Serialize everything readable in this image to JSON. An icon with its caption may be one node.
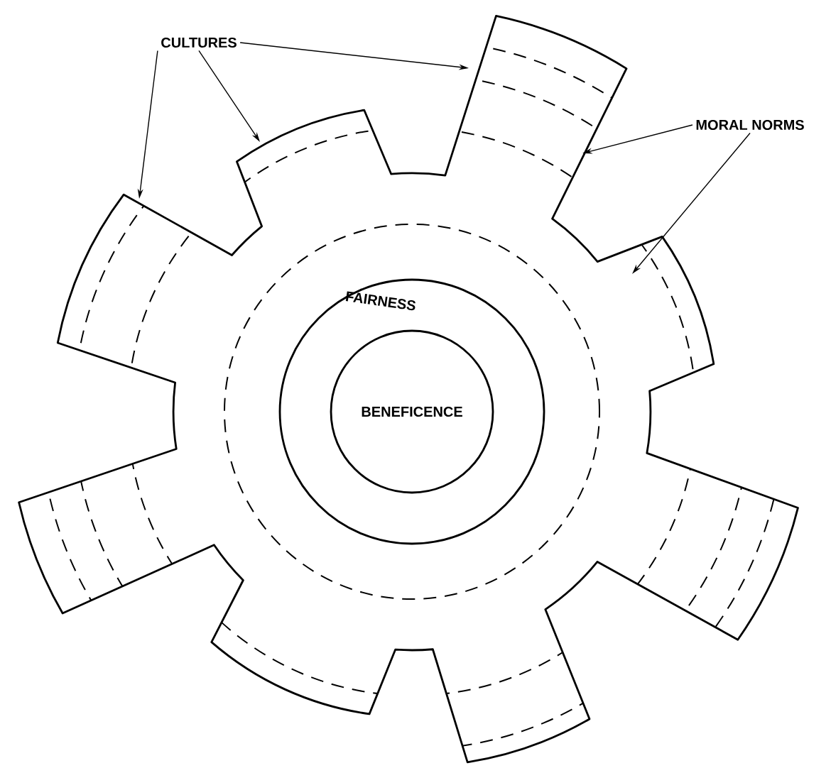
{
  "diagram": {
    "nodes": [
      {
        "text": [
          "CULTURES"
        ]
      },
      {
        "text": [
          "MORAL NORMS"
        ]
      },
      {
        "text": [
          "FAIRNESS"
        ]
      },
      {
        "text": [
          "BENEFICENCE"
        ],
        "in": 2
      }
    ],
    "edges": [
      {
        "from": 0,
        "to": null,
        "arrow": "to"
      },
      {
        "from": 0,
        "to": null,
        "arrow": "to"
      },
      {
        "from": 0,
        "to": null,
        "arrow": "to"
      },
      {
        "from": 1,
        "to": null,
        "arrow": "to"
      },
      {
        "from": 1,
        "to": null,
        "arrow": "to"
      }
    ]
  }
}
